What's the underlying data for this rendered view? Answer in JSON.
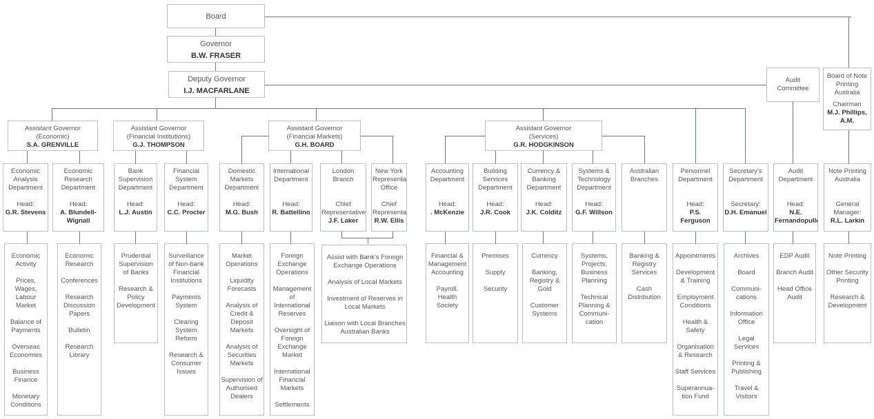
{
  "top": {
    "board": "Board",
    "governor": {
      "title": "Governor",
      "name": "B.W. FRASER"
    },
    "deputy": {
      "title": "Deputy Governor",
      "name": "I.J. MACFARLANE"
    }
  },
  "audit_committee": "Audit Committee",
  "note_board": {
    "title": "Board of Note Printing Australia",
    "role": "Chairman",
    "name": "M.J. Phillips, A.M."
  },
  "assistants": [
    {
      "title": "Assistant Governor",
      "area": "(Economic)",
      "name": "S.A. GRENVILLE"
    },
    {
      "title": "Assistant Governor",
      "area": "(Financial Institutions)",
      "name": "G.J. THOMPSON"
    },
    {
      "title": "Assistant Governor",
      "area": "(Financial Markets)",
      "name": "G.H. BOARD"
    },
    {
      "title": "Assistant Governor",
      "area": "(Services)",
      "name": "G.R. HODGKINSON"
    }
  ],
  "departments": [
    {
      "name": "Economic Analysis Department",
      "role": "Head:",
      "head": "G.R. Stevens",
      "functions": [
        "Economic Activity",
        "Prices, Wages, Labour Market",
        "Balance of Payments",
        "Overseas Economies",
        "Business Finance",
        "Monetary Conditions"
      ]
    },
    {
      "name": "Economic Research Department",
      "role": "Head:",
      "head": "A. Blundell-Wignall",
      "functions": [
        "Economic Research",
        "Conferences",
        "Research Discussion Papers",
        "Bulletin",
        "Research Library"
      ]
    },
    {
      "name": "Bank Supervision Department",
      "role": "Head:",
      "head": "L.J. Austin",
      "functions": [
        "Prudential Supervision of Banks",
        "Research & Policy Development"
      ]
    },
    {
      "name": "Financial System Department",
      "role": "Head:",
      "head": "C.C. Procter",
      "functions": [
        "Surveillance of Non-bank Financial Institutions",
        "Payments System",
        "Clearing System Reform",
        "Research & Consumer Issues"
      ]
    },
    {
      "name": "Domestic Markets Department",
      "role": "Head:",
      "head": "M.G. Bush",
      "functions": [
        "Market Operations",
        "Liquidity Forecasts",
        "Analysis of Credit & Deposit Markets",
        "Analysis of Securities Markets",
        "Supervision of Authorised Dealers"
      ]
    },
    {
      "name": "International Department",
      "role": "Head:",
      "head": "R. Battellino",
      "functions": [
        "Foreign Exchange Operations",
        "Management of International Reserves",
        "Oversight of Foreign Exchange Market",
        "International Financial Markets",
        "Settlements"
      ]
    },
    {
      "name": "London Branch",
      "role": "Chief Representative:",
      "head": "J.F. Laker"
    },
    {
      "name": "New York Representative Office",
      "role": "Chief Representative:",
      "head": "R.W. Ellis"
    },
    {
      "name": "Accounting Department",
      "role": "Head:",
      "head": ". McKenzie",
      "functions": [
        "Financial & Management Accounting",
        "Payroll, Health Society"
      ]
    },
    {
      "name": "Building Services Department",
      "role": "Head:",
      "head": "J.R. Cook",
      "functions": [
        "Premises",
        "Supply",
        "Security"
      ]
    },
    {
      "name": "Currency & Banking Department",
      "role": "Head:",
      "head": "J.K. Colditz",
      "functions": [
        "Currency",
        "Banking, Registry & Gold",
        "Customer Systems"
      ]
    },
    {
      "name": "Systems & Technology Department",
      "role": "Head:",
      "head": "G.F. Willson",
      "functions": [
        "Systems, Projects, Business Planning",
        "Technical Planning & Communi-cation"
      ]
    },
    {
      "name": "Australian Branches",
      "role": "",
      "head": "",
      "functions": [
        "Banking & Registry Services",
        "Cash Distribution"
      ]
    },
    {
      "name": "Personnel Department",
      "role": "Head:",
      "head": "P.S. Ferguson",
      "functions": [
        "Appointments",
        "Development & Training",
        "Employment Conditions",
        "Health & Safety",
        "Organisation & Research",
        "Staff Services",
        "Superannua-tion Fund"
      ]
    },
    {
      "name": "Secretary's Department",
      "role": "Secretary:",
      "head": "D.H. Emanuel",
      "functions": [
        "Archives",
        "Board",
        "Communi-cations",
        "Information Office",
        "Legal Services",
        "Printing & Publishing",
        "Travel & Visitors"
      ]
    },
    {
      "name": "Audit Department",
      "role": "Head:",
      "head": "N.E. Fernandopulle",
      "functions": [
        "EDP Audit",
        "Branch Audit",
        "Head Office Audit"
      ]
    },
    {
      "name": "Note Printing Australia",
      "role": "General Manager:",
      "head": "R.L. Larkin",
      "functions": [
        "Note Printing",
        "Other Security Printing",
        "Research & Development"
      ]
    }
  ],
  "overseas_functions": [
    "Assist with Bank's Foreign Exchange Operations",
    "Analysis of Local Markets",
    "Investment of Reserves in Local Markets",
    "Liaison with Local Branches Australian Banks"
  ]
}
